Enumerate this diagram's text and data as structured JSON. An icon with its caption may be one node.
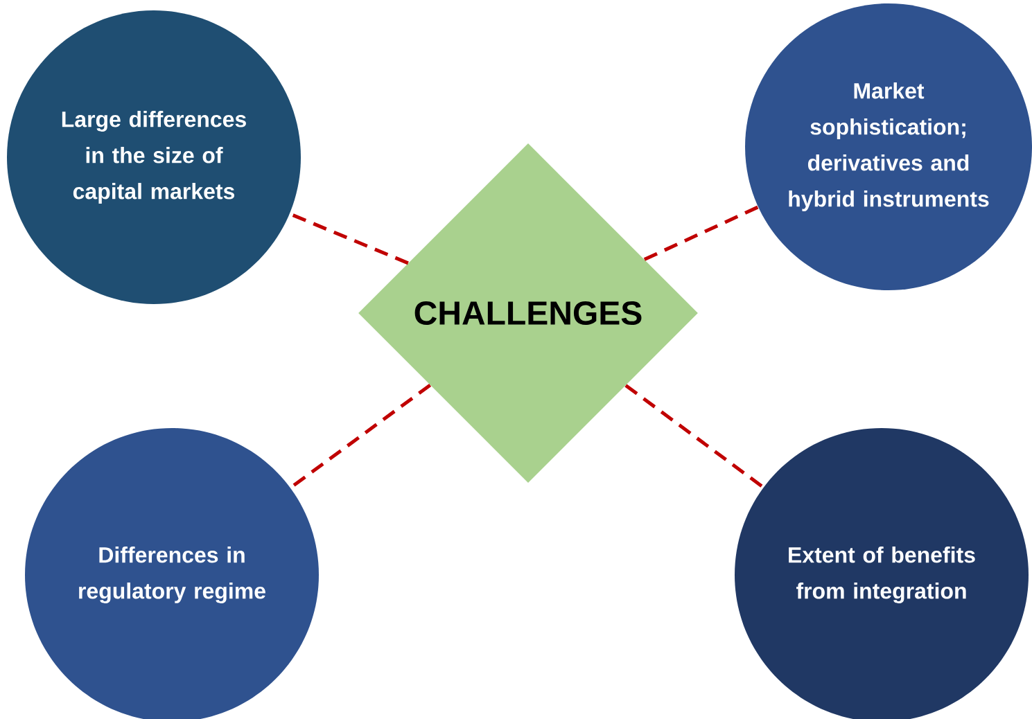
{
  "diagram": {
    "nodes": [
      {
        "text": [
          "Large differences in the size of capital markets"
        ]
      },
      {
        "text": [
          "Market sophistication; derivatives and hybrid instruments"
        ]
      },
      {
        "text": [
          "CHALLENGES"
        ]
      },
      {
        "text": [
          "Differences in regulatory regime"
        ]
      },
      {
        "text": [
          "Extent of benefits from integration"
        ]
      }
    ],
    "edges": [
      {
        "from": 2,
        "to": 0,
        "arrow": "none",
        "style": "dashed"
      },
      {
        "from": 2,
        "to": 1,
        "arrow": "none",
        "style": "dashed"
      },
      {
        "from": 2,
        "to": 3,
        "arrow": "none",
        "style": "dashed"
      },
      {
        "from": 2,
        "to": 4,
        "arrow": "none",
        "style": "dashed"
      }
    ]
  }
}
